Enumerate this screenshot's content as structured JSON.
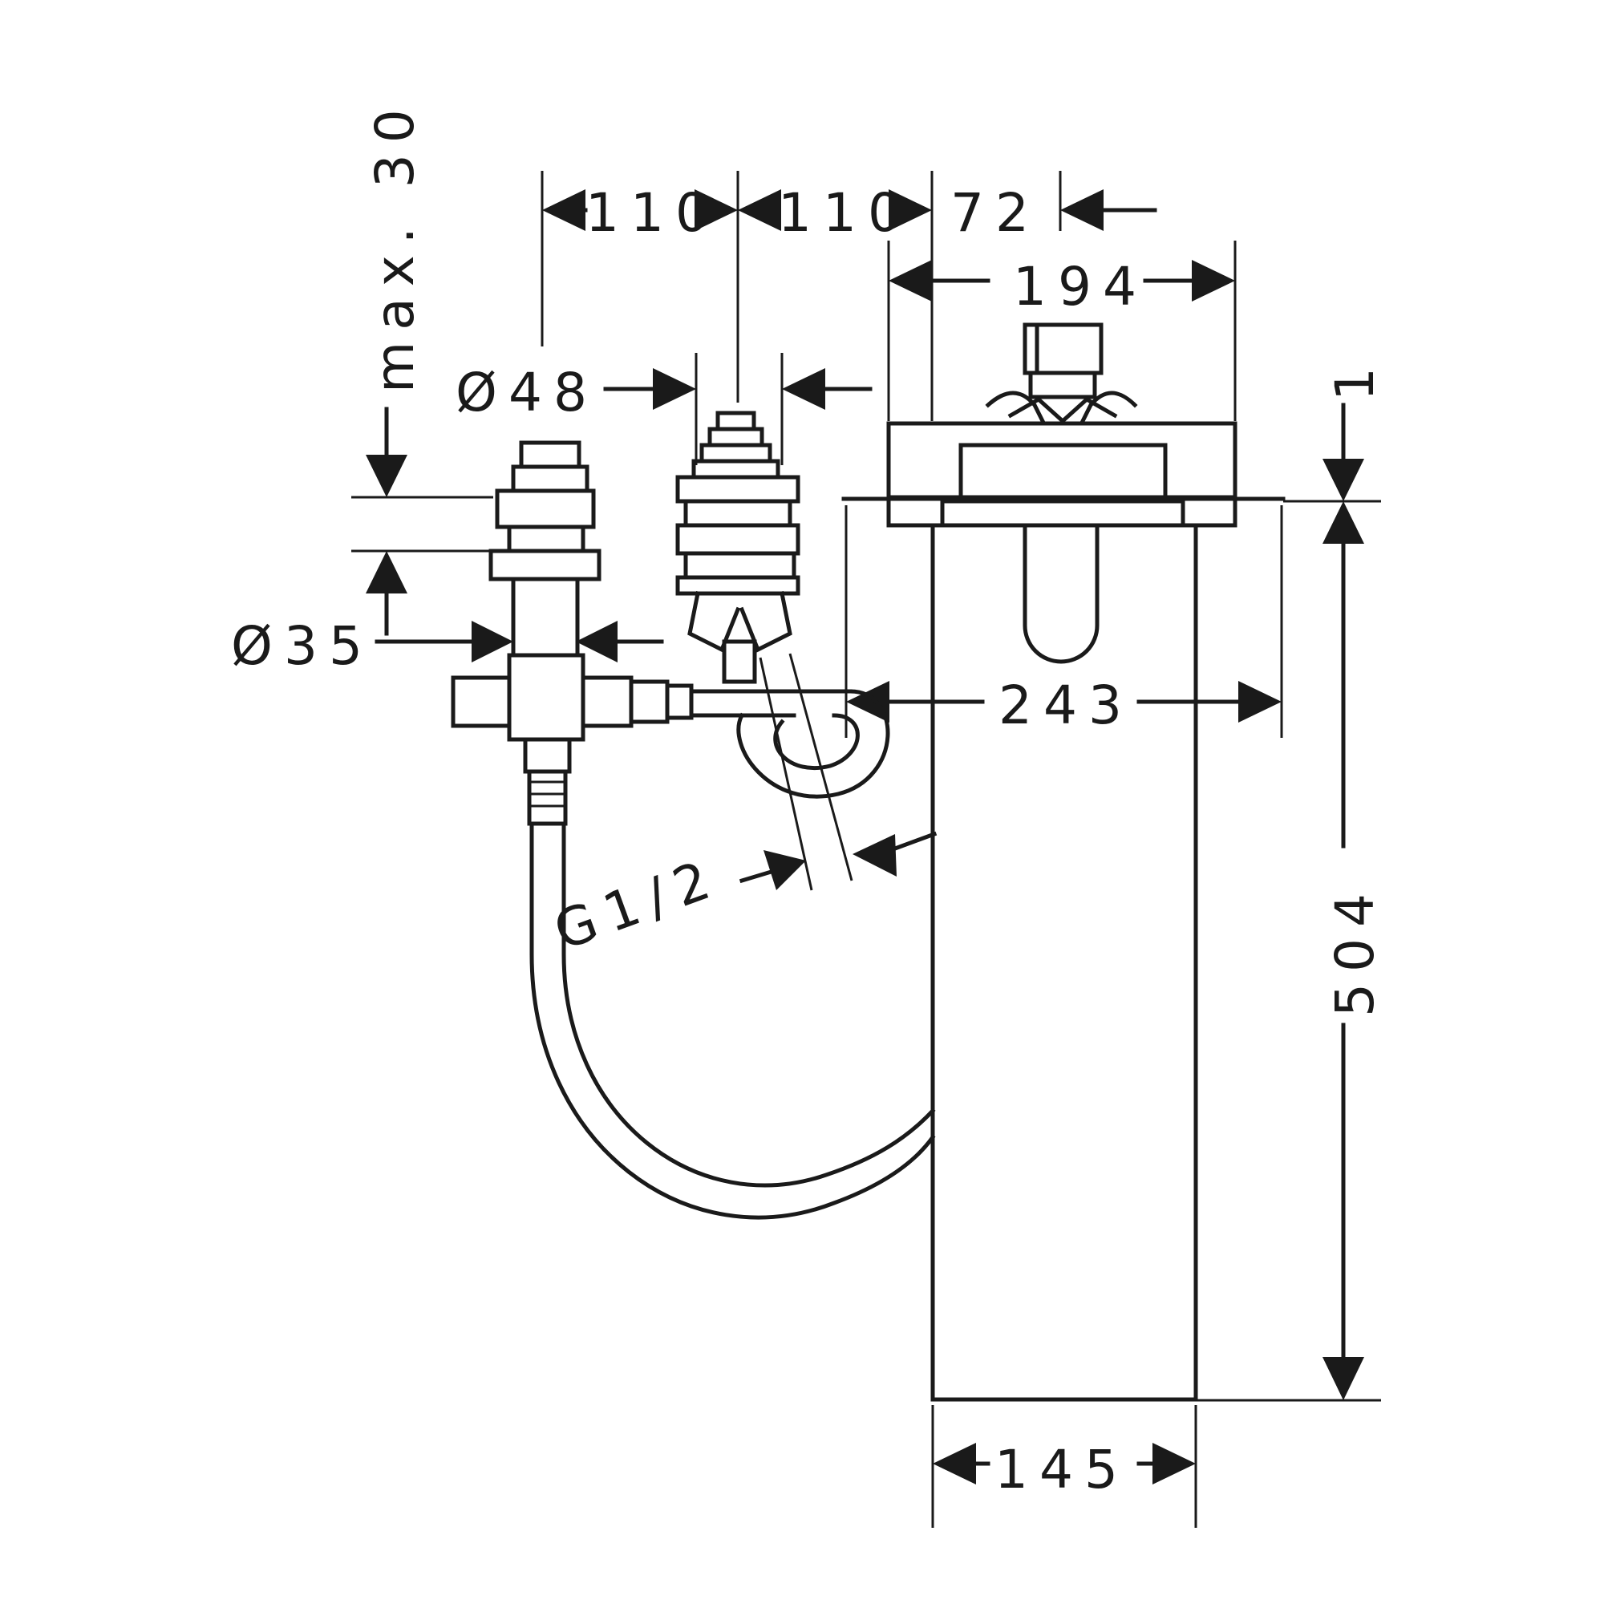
{
  "drawing": {
    "dimensions": {
      "spacing_left": "110",
      "spacing_right": "110",
      "offset_72": "72",
      "width_194": "194",
      "diameter_48": "Ø48",
      "diameter_35": "Ø35",
      "max_30": "max. 30",
      "depth_243": "243",
      "thread": "G1/2",
      "plate_1": "1",
      "height_504": "504",
      "width_145": "145"
    }
  }
}
